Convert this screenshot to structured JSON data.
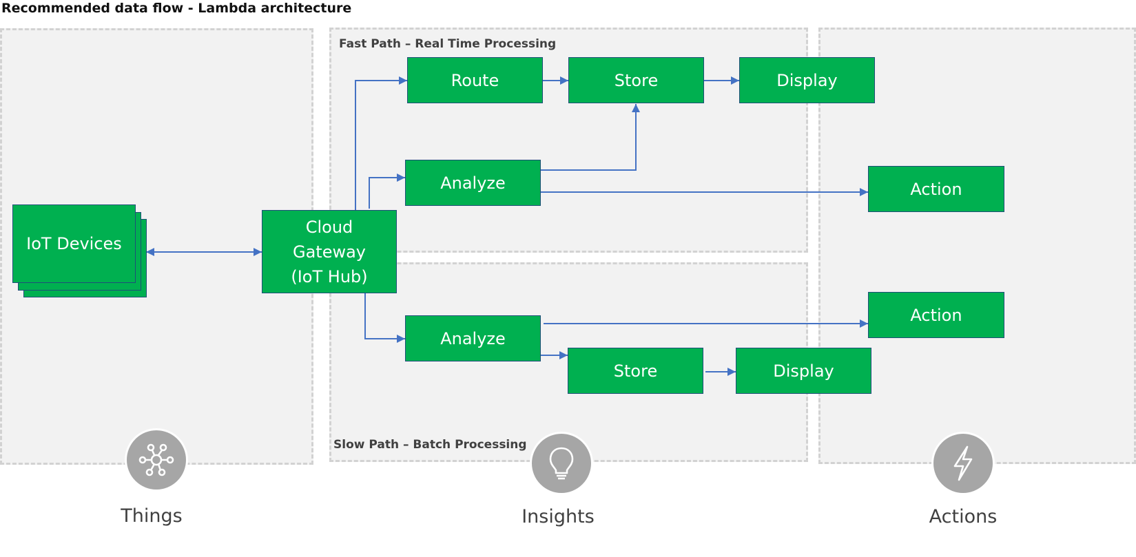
{
  "title": "Recommended data flow - Lambda architecture",
  "fast_path": {
    "label": "Fast Path – Real Time Processing"
  },
  "slow_path": {
    "label": "Slow Path – Batch Processing"
  },
  "nodes": {
    "iot_devices": "IoT Devices",
    "cloud_gateway": [
      "Cloud",
      "Gateway",
      "(IoT Hub)"
    ],
    "fast_route": "Route",
    "fast_store": "Store",
    "fast_display": "Display",
    "fast_analyze": "Analyze",
    "fast_action": "Action",
    "slow_analyze": "Analyze",
    "slow_store": "Store",
    "slow_display": "Display",
    "slow_action": "Action"
  },
  "categories": {
    "things": {
      "label": "Things",
      "icon": "hub-network-icon"
    },
    "insights": {
      "label": "Insights",
      "icon": "lightbulb-icon"
    },
    "actions": {
      "label": "Actions",
      "icon": "lightning-bolt-icon"
    }
  },
  "colors": {
    "box_fill": "#00b050",
    "box_border": "#1f4e79",
    "arrow": "#4472c4",
    "panel_fill": "#f2f2f2",
    "panel_border": "#d2d2d2",
    "icon_circle": "#a6a6a6"
  }
}
